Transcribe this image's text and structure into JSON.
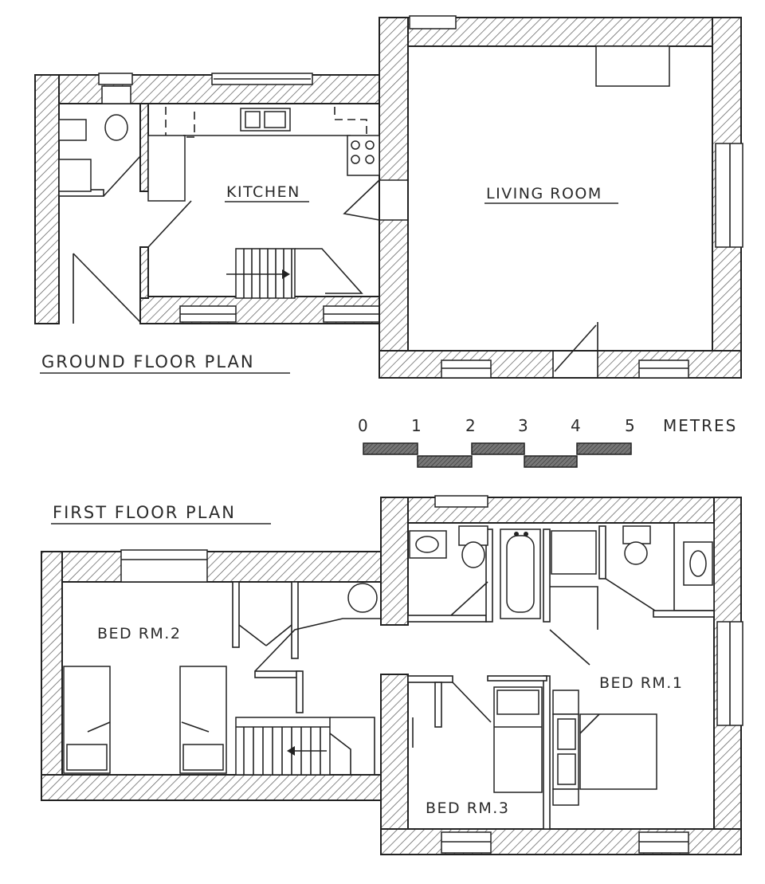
{
  "labels": {
    "ground_floor_plan": "GROUND FLOOR PLAN",
    "first_floor_plan": "FIRST FLOOR PLAN",
    "kitchen": "KITCHEN",
    "living_room": "LIVING ROOM",
    "bed_rm_1": "BED RM.1",
    "bed_rm_2": "BED RM.2",
    "bed_rm_3": "BED RM.3"
  },
  "scale_bar": {
    "ticks": [
      "0",
      "1",
      "2",
      "3",
      "4",
      "5"
    ],
    "unit": "METRES"
  }
}
